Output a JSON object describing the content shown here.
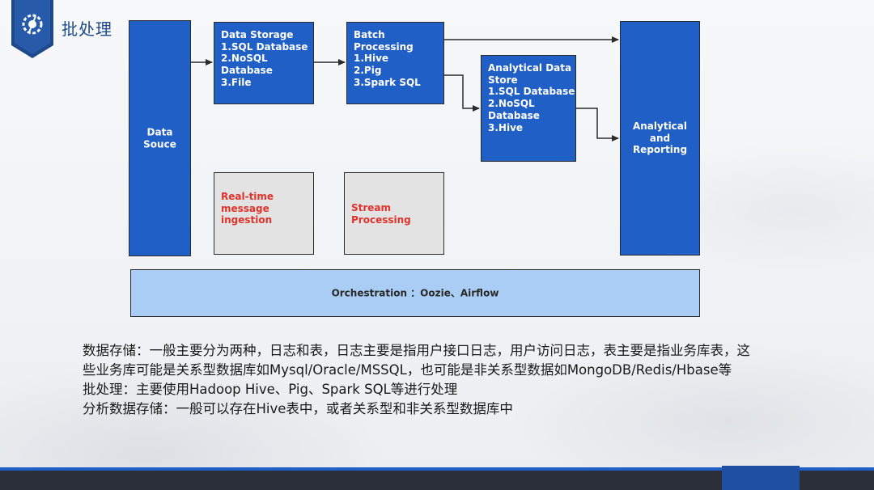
{
  "header": {
    "title": "批处理"
  },
  "diagram": {
    "data_source": "Data\nSouce",
    "data_storage": "Data Storage\n1.SQL Database\n2.NoSQL\nDatabase\n3.File",
    "batch_processing": "Batch\nProcessing\n1.Hive\n2.Pig\n3.Spark SQL",
    "analytical_store": "Analytical Data\nStore\n1.SQL Database\n2.NoSQL\nDatabase\n3.Hive",
    "analytical_reporting": "Analytical\nand\nReporting",
    "realtime": "Real-time\nmessage\ningestion",
    "stream": "Stream\nProcessing",
    "orchestration": "Orchestration ：Oozie、Airflow"
  },
  "description": {
    "line1": "数据存储：一般主要分为两种，日志和表，日志主要是指用户接口日志，用户访问日志，表主要是指业务库表，这",
    "line2": "些业务库可能是关系型数据库如Mysql/Oracle/MSSQL，也可能是非关系型数据如MongoDB/Redis/Hbase等",
    "line3": "批处理：主要使用Hadoop Hive、Pig、Spark SQL等进行处理",
    "line4": "分析数据存储：一般可以存在Hive表中，或者关系型和非关系型数据库中"
  },
  "colors": {
    "box_blue": "#1f5fc6",
    "box_gray": "#e3e3e3",
    "box_light_blue": "#a9cdf5",
    "red_text": "#e0332a",
    "header_blue": "#1e4a8a"
  }
}
